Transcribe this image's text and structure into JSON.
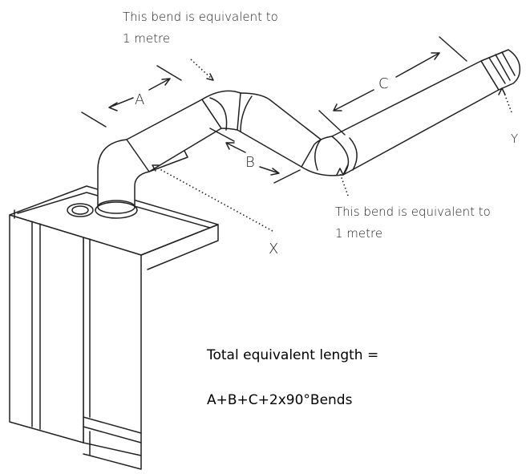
{
  "annotations": {
    "bend_note_top": [
      "This bend is equivalent to",
      "1 metre"
    ],
    "bend_note_right": [
      "This bend is equivalent to",
      "1 metre"
    ]
  },
  "dimensions": {
    "a": "A",
    "b": "B",
    "c": "C"
  },
  "points": {
    "x": "X",
    "y": "Y"
  },
  "formula": {
    "line1": "Total equivalent length =",
    "line2": "A+B+C+2x90°Bends"
  }
}
